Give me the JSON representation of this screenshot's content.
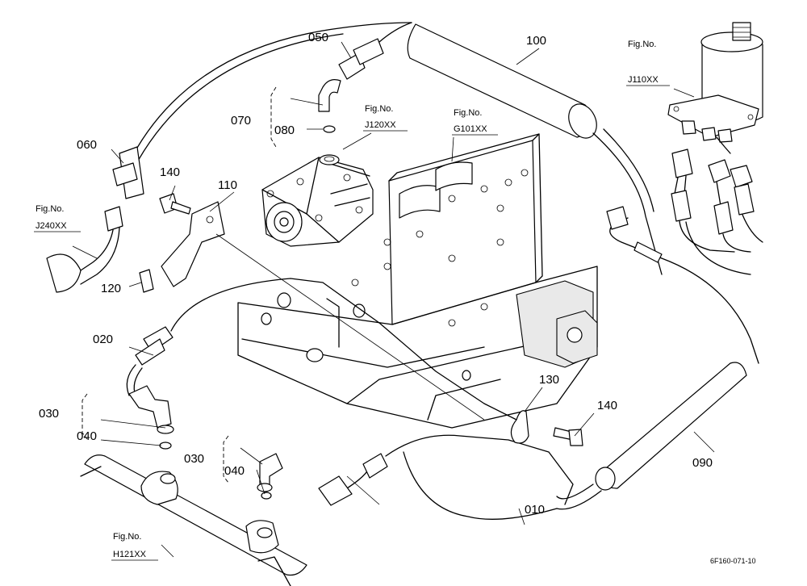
{
  "parts": {
    "p010": "010",
    "p020": "020",
    "p030a": "030",
    "p030b": "030",
    "p040a": "040",
    "p040b": "040",
    "p050": "050",
    "p060": "060",
    "p070": "070",
    "p080": "080",
    "p090": "090",
    "p100": "100",
    "p110": "110",
    "p120": "120",
    "p130": "130",
    "p140a": "140",
    "p140b": "140"
  },
  "figure_refs": {
    "j110": {
      "prefix": "Fig.No.",
      "code": "J110XX"
    },
    "j120": {
      "prefix": "Fig.No.",
      "code": "J120XX"
    },
    "g101": {
      "prefix": "Fig.No.",
      "code": "G101XX"
    },
    "j240": {
      "prefix": "Fig.No.",
      "code": "J240XX"
    },
    "h121": {
      "prefix": "Fig.No.",
      "code": "H121XX"
    }
  },
  "drawing_code": "6F160-071-10"
}
